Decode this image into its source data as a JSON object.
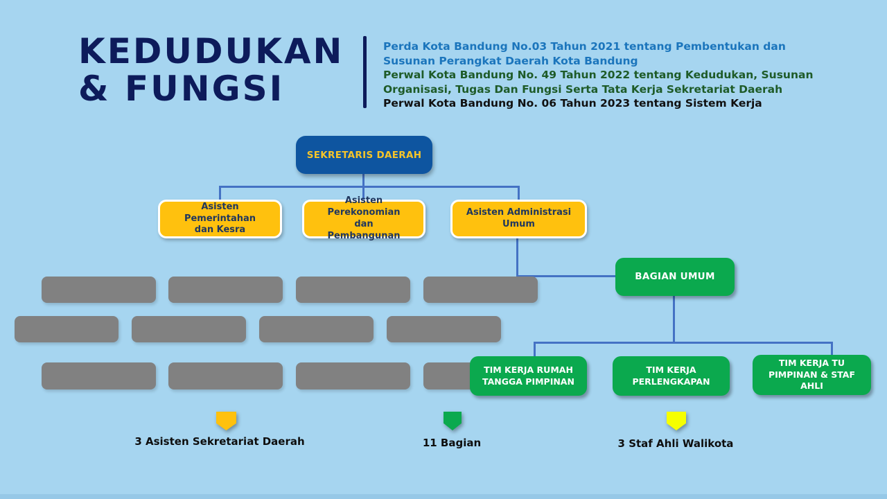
{
  "header": {
    "title_line1": "KEDUDUKAN",
    "title_line2": "& FUNGSI",
    "regulations": [
      {
        "color": "#1B75BC",
        "lines": [
          "Perda Kota Bandung No.03 Tahun 2021 tentang Pembentukan dan",
          "Susunan Perangkat Daerah Kota Bandung"
        ]
      },
      {
        "color": "#1E5B28",
        "lines": [
          "Perwal Kota Bandung No. 49 Tahun 2022 tentang Kedudukan, Susunan",
          "Organisasi, Tugas Dan Fungsi Serta Tata Kerja Sekretariat Daerah"
        ]
      },
      {
        "color": "#111111",
        "lines": [
          "Perwal Kota Bandung No. 06 Tahun 2023 tentang Sistem Kerja"
        ]
      }
    ]
  },
  "org_chart": {
    "root": {
      "label": "SEKRETARIS DAERAH"
    },
    "assistants": [
      {
        "label": "Asisten Pemerintahan dan Kesra"
      },
      {
        "label": "Asisten Perekonomian dan Pembangunan"
      },
      {
        "label": "Asisten Administrasi Umum"
      }
    ],
    "bagian": {
      "label": "BAGIAN UMUM"
    },
    "tim_kerja": [
      {
        "label": "TIM KERJA RUMAH TANGGA PIMPINAN"
      },
      {
        "label": "TIM KERJA PERLENGKAPAN"
      },
      {
        "label": "TIM KERJA TU PIMPINAN & STAF AHLI"
      }
    ],
    "placeholder_count": 12
  },
  "legend": [
    {
      "label": "3 Asisten Sekretariat Daerah",
      "color": "#FFC10E"
    },
    {
      "label": "11 Bagian",
      "color": "#0BA94E"
    },
    {
      "label": "3 Staf Ahli Walikota",
      "color": "#F6FF00"
    }
  ],
  "colors": {
    "background": "#A6D5F0",
    "title_navy": "#0D1B5B",
    "root_box": "#0E55A0",
    "root_text": "#F5C42A",
    "assistant_box": "#FFC10E",
    "green_box": "#0BA94E",
    "placeholder_gray": "#818181",
    "connector_blue": "#4472C4"
  }
}
